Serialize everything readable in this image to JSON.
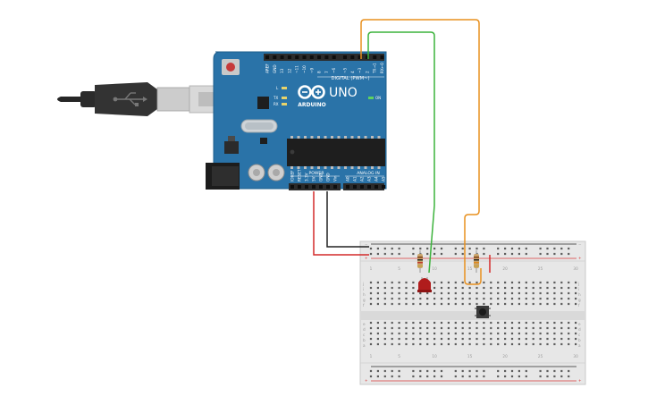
{
  "board": {
    "brand_label": "ARDUINO",
    "model_label": "UNO",
    "digital_header_label": "DIGITAL (PWM~)",
    "power_header_label": "POWER",
    "analog_header_label": "ANALOG IN",
    "on_led_label": "ON",
    "l_led_label": "L",
    "tx_label": "TX",
    "rx_label": "RX",
    "top_pins": [
      "AREF",
      "GND",
      "13",
      "12",
      "~11",
      "~10",
      "~9",
      "8",
      "7",
      "~6",
      "~5",
      "4",
      "~3",
      "2",
      "TX→1",
      "RX←0"
    ],
    "power_pins": [
      "IOREF",
      "RESET",
      "3.3V",
      "5V",
      "GND",
      "GND",
      "Vin"
    ],
    "analog_pins": [
      "A0",
      "A1",
      "A2",
      "A3",
      "A4",
      "A5"
    ],
    "colors": {
      "pcb": "#2a73a8",
      "header": "#2b2b2b",
      "chip": "#1e1e1e",
      "usb_metal": "#d0d0d0"
    }
  },
  "breadboard": {
    "row_letters_top": [
      "j",
      "i",
      "h",
      "g",
      "f"
    ],
    "row_letters_bottom": [
      "e",
      "d",
      "c",
      "b",
      "a"
    ],
    "column_numbers": [
      "1",
      "5",
      "10",
      "15",
      "20",
      "25",
      "30"
    ],
    "rail_plus": "+",
    "rail_minus": "−",
    "colors": {
      "body": "#e7e7e7",
      "hole": "#5c5c5c",
      "rail_red": "#d93a3a",
      "rail_black": "#2b2b2b"
    }
  },
  "wires": {
    "colors": {
      "orange": "#e8901f",
      "green": "#3cb33c",
      "red": "#d42a2a",
      "black": "#222222"
    }
  },
  "components": {
    "led_color": "#b01c1c",
    "resistor_color": "#c9a36a",
    "button_color": "#3a3a3a"
  }
}
